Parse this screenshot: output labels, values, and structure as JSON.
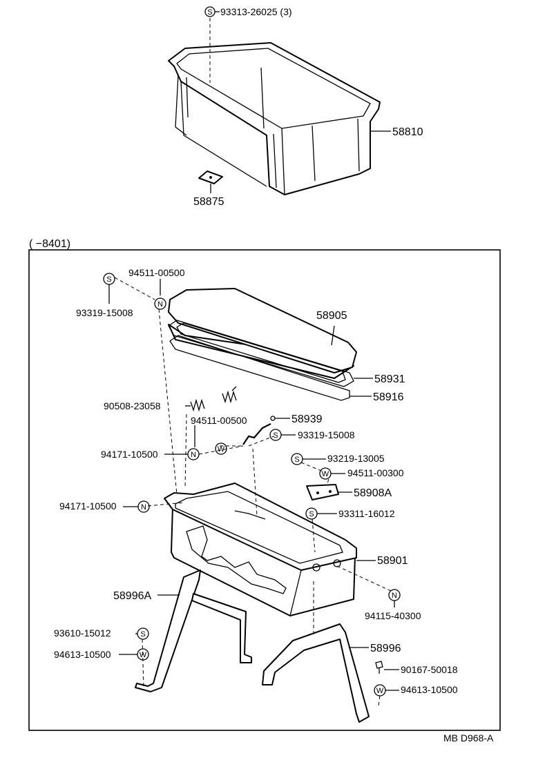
{
  "range_label": "(      −8401)",
  "drawing_code": "MB  D968-A",
  "top_callouts": {
    "screw_qty": "93313-26025 (3)",
    "tray": "58810",
    "pad": "58875"
  },
  "callouts": {
    "c94511_a": "94511-00500",
    "c93319_a": "93319-15008",
    "c58905": "58905",
    "c58931": "58931",
    "c58916": "58916",
    "c90508": "90508-23058",
    "c94511_b": "94511-00500",
    "c58939": "58939",
    "c93319_b": "93319-15008",
    "c94171_a": "94171-10500",
    "c93219": "93219-13005",
    "c94511_c": "94511-00300",
    "c58908A": "58908A",
    "c94171_b": "94171-10500",
    "c93311": "93311-16012",
    "c58901": "58901",
    "c58996A": "58996A",
    "c94115": "94115-40300",
    "c93610": "93610-15012",
    "c58996": "58996",
    "c94613_a": "94613-10500",
    "c90167": "90167-50018",
    "c94613_b": "94613-10500"
  },
  "symbols": {
    "s": "S",
    "n": "N",
    "w": "W"
  }
}
